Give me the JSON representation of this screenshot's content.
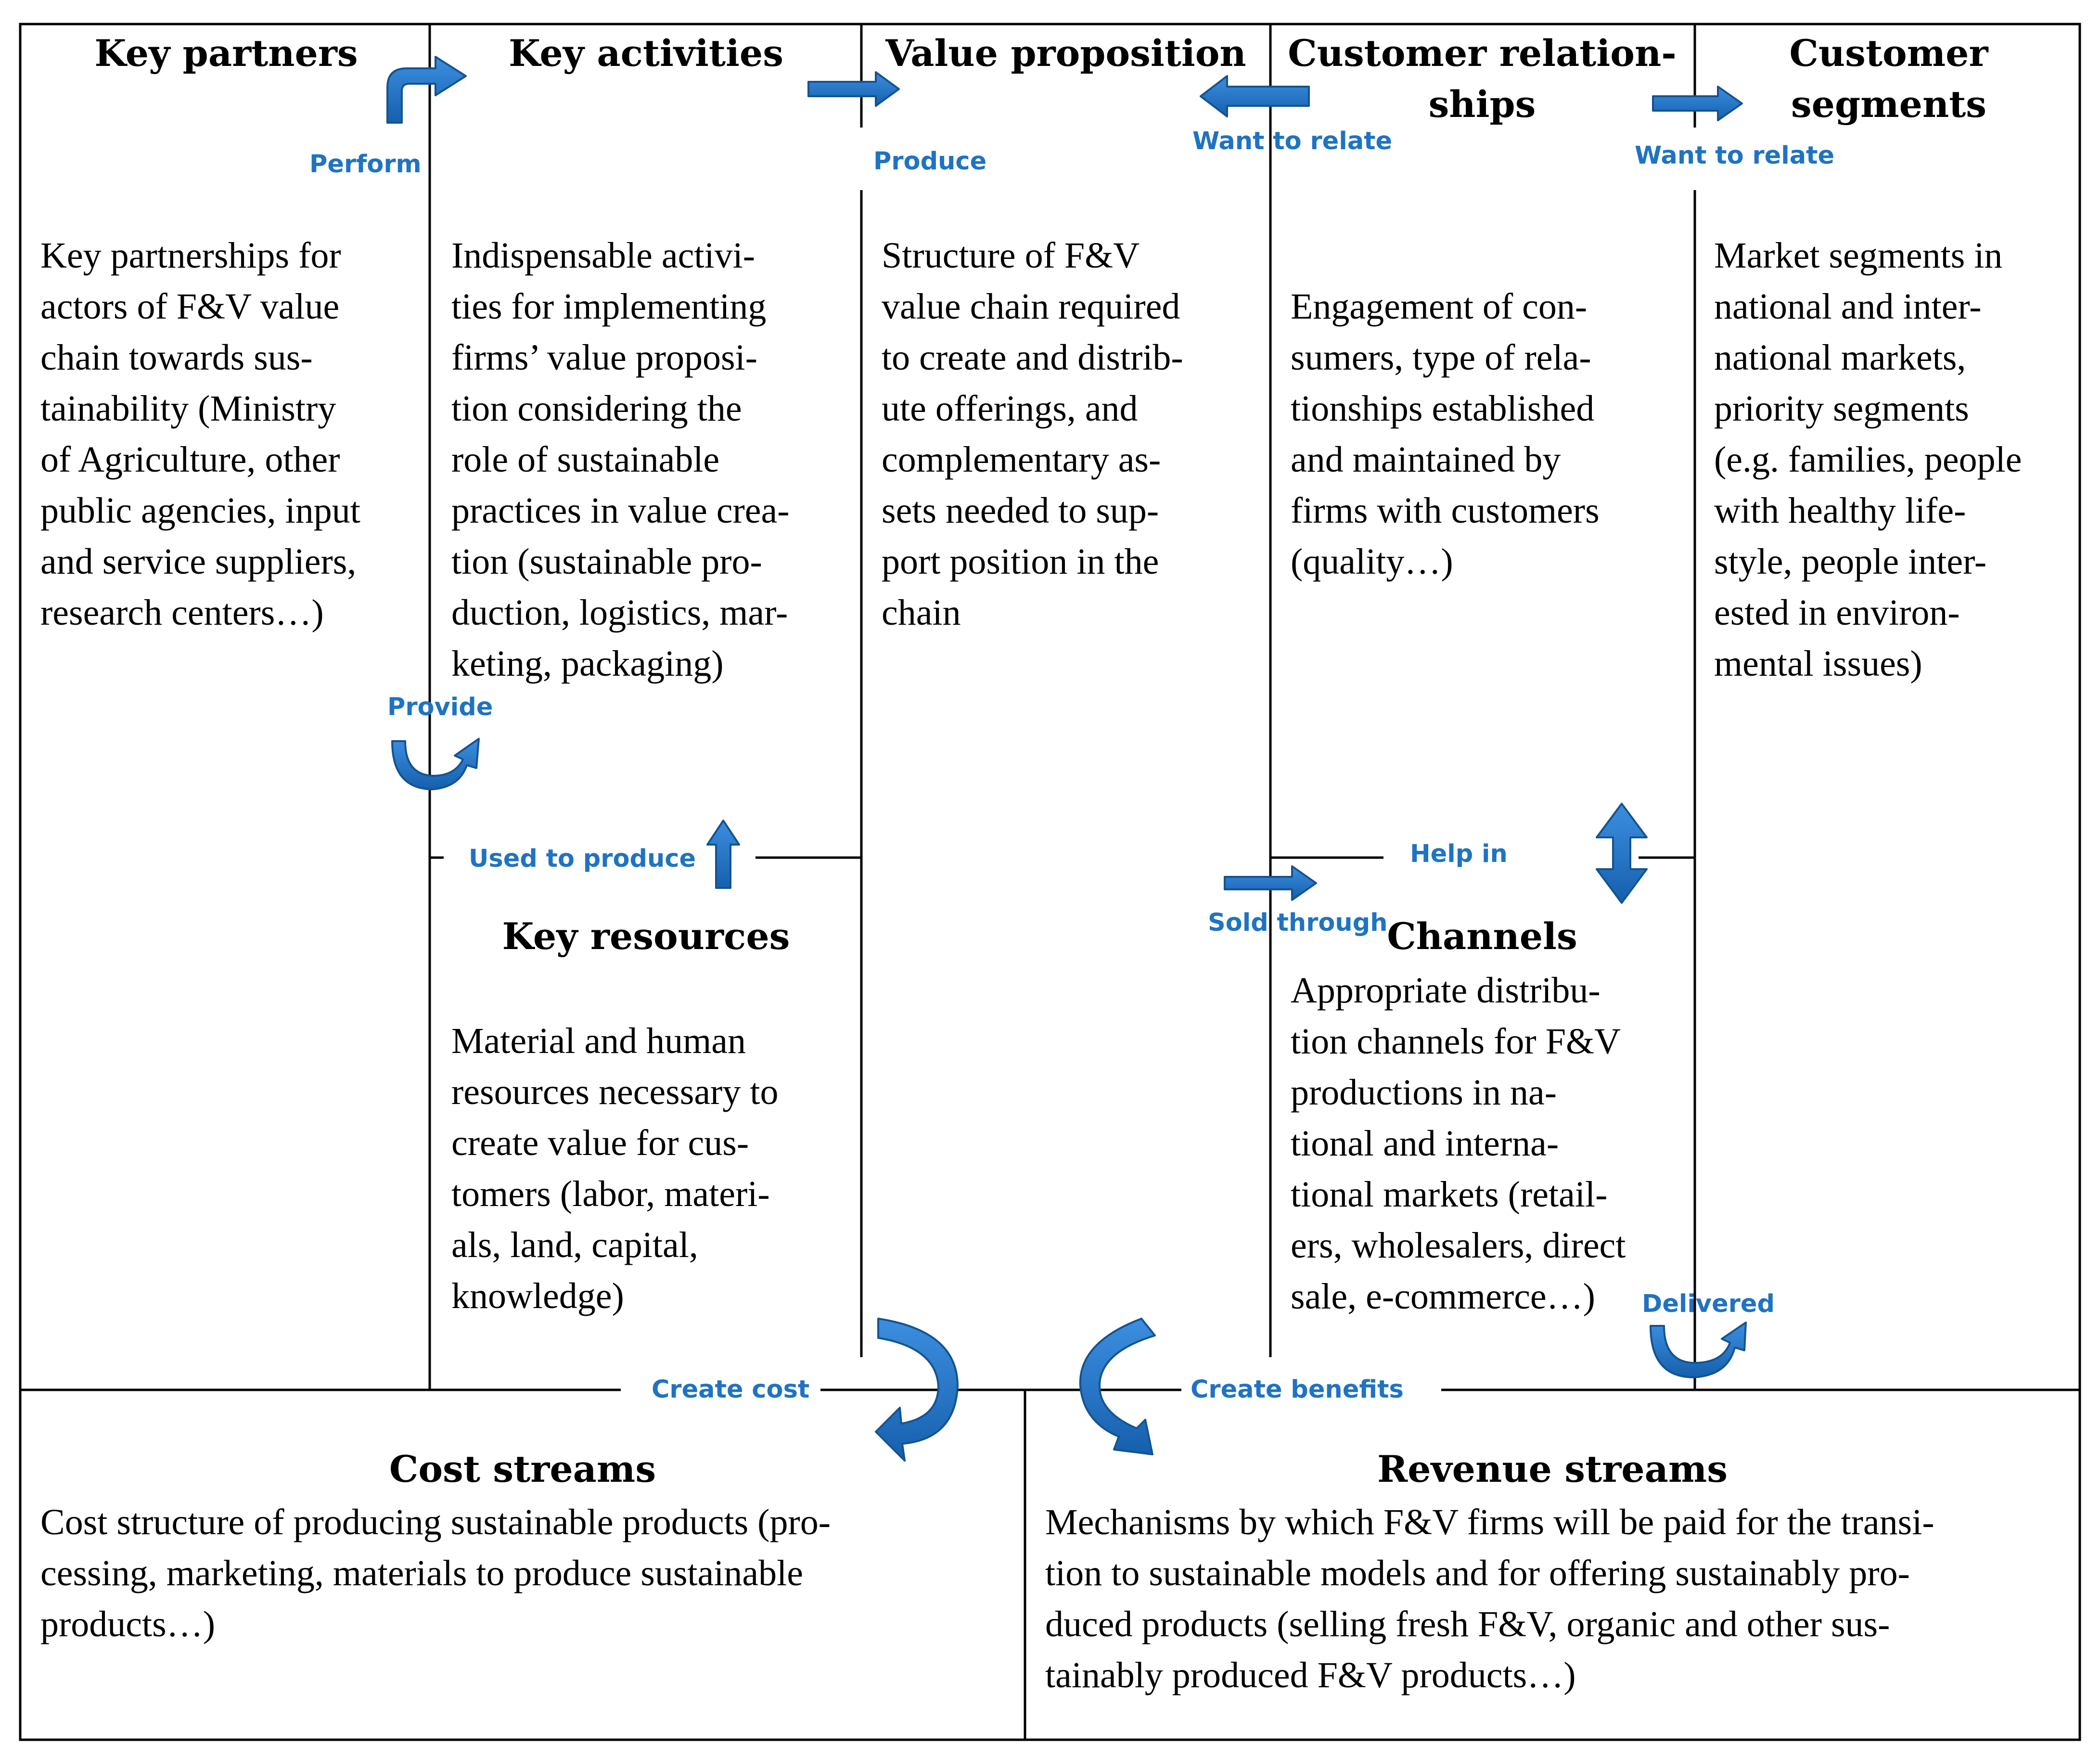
{
  "colors": {
    "arrow": "#1f73c2",
    "arrow_dark": "#14538f",
    "label": "#1f73c2",
    "line": "#000000"
  },
  "headers": {
    "key_partners": "Key partners",
    "key_activities": "Key activities",
    "value_proposition": "Value proposition",
    "customer_relationships": "Customer relation-\nships",
    "customer_segments": "Customer segments",
    "key_resources": "Key resources",
    "channels": "Channels",
    "cost_streams": "Cost streams",
    "revenue_streams": "Revenue streams"
  },
  "bodies": {
    "key_partners": "Key partnerships for\nactors of F&V value\nchain towards sus-\ntainability (Ministry\nof Agriculture, other\npublic agencies, input\nand service suppliers,\nresearch centers…)",
    "key_activities": "Indispensable activi-\nties for implementing\nfirms’ value proposi-\ntion considering the\nrole of sustainable\npractices in value crea-\ntion (sustainable pro-\nduction, logistics, mar-\nketing, packaging)",
    "value_proposition": "Structure of F&V\nvalue chain required\nto create and distrib-\nute offerings, and\ncomplementary as-\nsets needed to sup-\nport position in the\nchain",
    "customer_relationships": "Engagement of con-\nsumers, type of rela-\ntionships established\nand maintained by\nfirms with customers\n(quality…)",
    "customer_segments": "Market segments in\nnational and inter-\nnational markets,\npriority segments\n(e.g. families, people\nwith healthy life-\nstyle, people inter-\nested in environ-\nmental issues)",
    "key_resources": "Material and human\nresources necessary to\ncreate value for cus-\ntomers (labor, materi-\nals, land, capital,\nknowledge)",
    "channels": "Appropriate distribu-\ntion channels for F&V\nproductions in na-\ntional and interna-\ntional markets (retail-\ners, wholesalers, direct\nsale, e-commerce…)",
    "cost_streams": "Cost structure of producing sustainable products (pro-\ncessing, marketing, materials to produce sustainable\nproducts…)",
    "revenue_streams": "Mechanisms by which F&V firms will be paid for the transi-\ntion to sustainable models and for offering sustainably pro-\nduced products (selling fresh F&V, organic and other sus-\ntainably produced F&V products…)"
  },
  "labels": {
    "perform": "Perform",
    "produce": "Produce",
    "want_to_relate_1": "Want to relate",
    "want_to_relate_2": "Want to relate",
    "provide": "Provide",
    "used_to_produce": "Used to produce",
    "help_in": "Help in",
    "sold_through": "Sold through",
    "delivered": "Delivered",
    "create_cost": "Create cost",
    "create_benefits": "Create benefits"
  }
}
